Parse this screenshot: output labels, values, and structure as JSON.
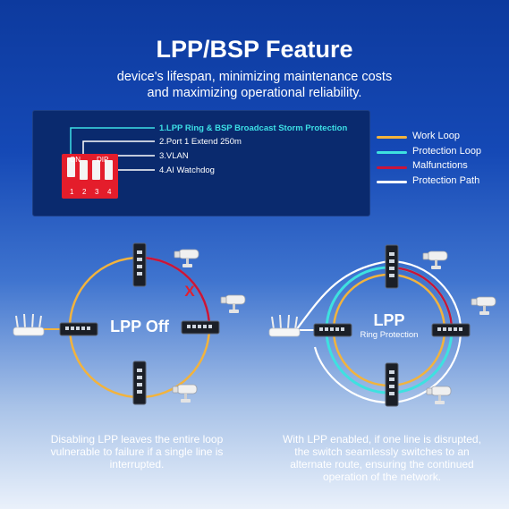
{
  "title": "LPP/BSP Feature",
  "subtitle_line1": "device's lifespan, minimizing maintenance costs",
  "subtitle_line2": "and maximizing operational reliability.",
  "dip": {
    "on_label": "ON",
    "dip_label": "DIP",
    "numbers": [
      "1",
      "2",
      "3",
      "4"
    ]
  },
  "features": [
    {
      "text": "1.LPP Ring & BSP Broadcast Storm Protection",
      "color": "#3de0e6"
    },
    {
      "text": "2.Port 1 Extend 250m",
      "color": "#ffffff"
    },
    {
      "text": "3.VLAN",
      "color": "#ffffff"
    },
    {
      "text": "4.AI Watchdog",
      "color": "#ffffff"
    }
  ],
  "legend": [
    {
      "label": "Work Loop",
      "color": "#f2b33d"
    },
    {
      "label": "Protection Loop",
      "color": "#3ee1e0"
    },
    {
      "label": "Malfunctions",
      "color": "#c8143c"
    },
    {
      "label": "Protection Path",
      "color": "#ffffff"
    }
  ],
  "left_diagram": {
    "center_label": "LPP Off",
    "fault_mark": "X",
    "caption": [
      "Disabling LPP leaves the entire loop",
      "vulnerable to failure if a single line is",
      "interrupted."
    ]
  },
  "right_diagram": {
    "center_label": "LPP",
    "center_sublabel": "Ring Protection",
    "caption": [
      "With LPP enabled, if one line is disrupted,",
      "the switch seamlessly switches to an",
      "alternate route, ensuring the continued",
      "operation of the network."
    ]
  },
  "icons": [
    "router-icon",
    "switch-icon",
    "camera-icon"
  ]
}
